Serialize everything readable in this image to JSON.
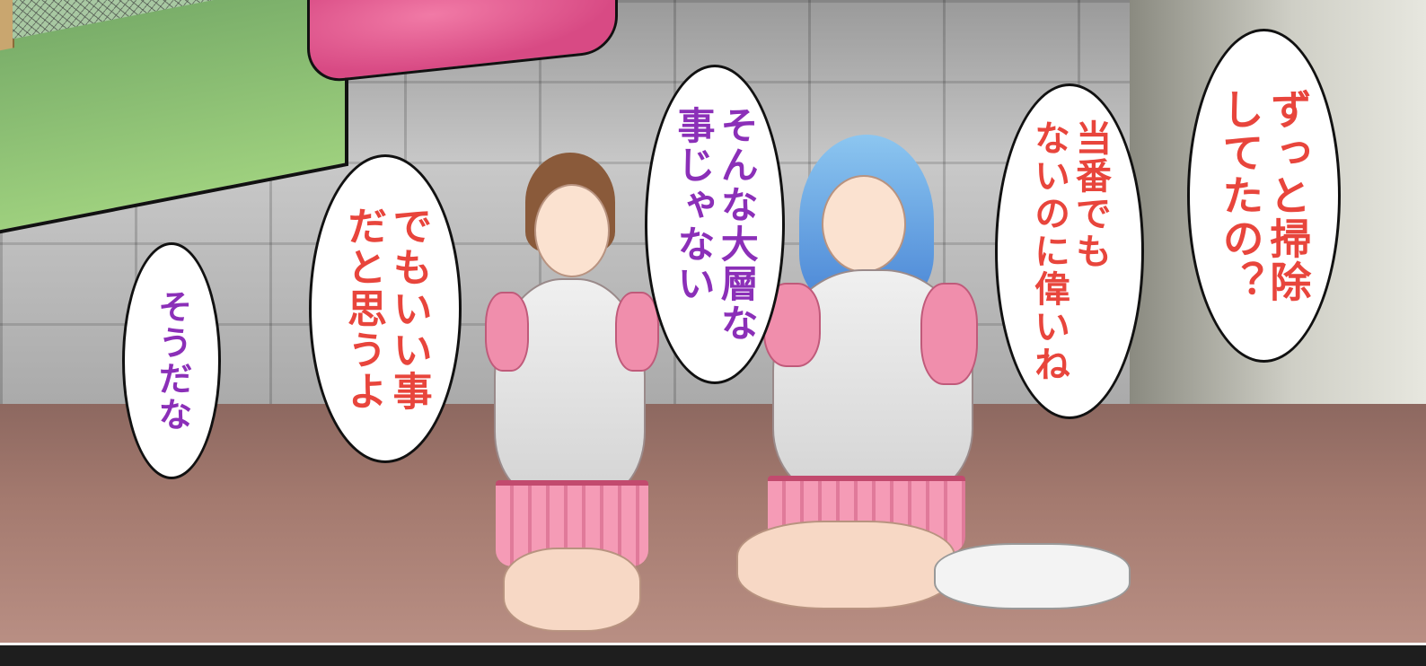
{
  "bubbles": {
    "b1": "ずっと掃除\nしてたの？",
    "b2": "当番でも\nないのに偉いね",
    "b3": "そんな大層な\n事じゃない",
    "b4": "でもいい事\nだと思うよ",
    "b5": "そうだな"
  },
  "colors": {
    "red_text": "#e8453c",
    "purple_text": "#8b2fb8"
  }
}
